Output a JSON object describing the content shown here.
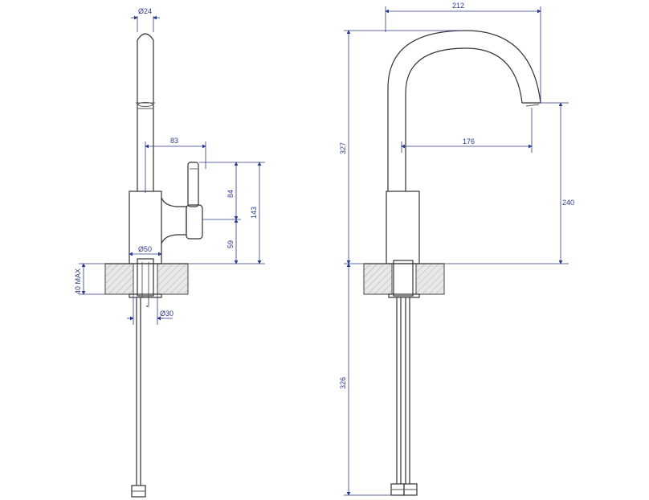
{
  "colors": {
    "dimension": "#2d3a8c",
    "outline": "#333333",
    "hatch_fill": "#e8e8e8"
  },
  "front_view": {
    "spout_diameter": "Ø24",
    "handle_offset": "83",
    "handle_height": "84",
    "body_height": "59",
    "total_height": "143",
    "base_diameter": "Ø50",
    "deck_thickness": "40 MAX",
    "hole_diameter": "Ø30"
  },
  "side_view": {
    "spout_reach": "212",
    "spout_height": "327",
    "outlet_reach": "176",
    "outlet_height": "240",
    "hose_length": "326"
  }
}
